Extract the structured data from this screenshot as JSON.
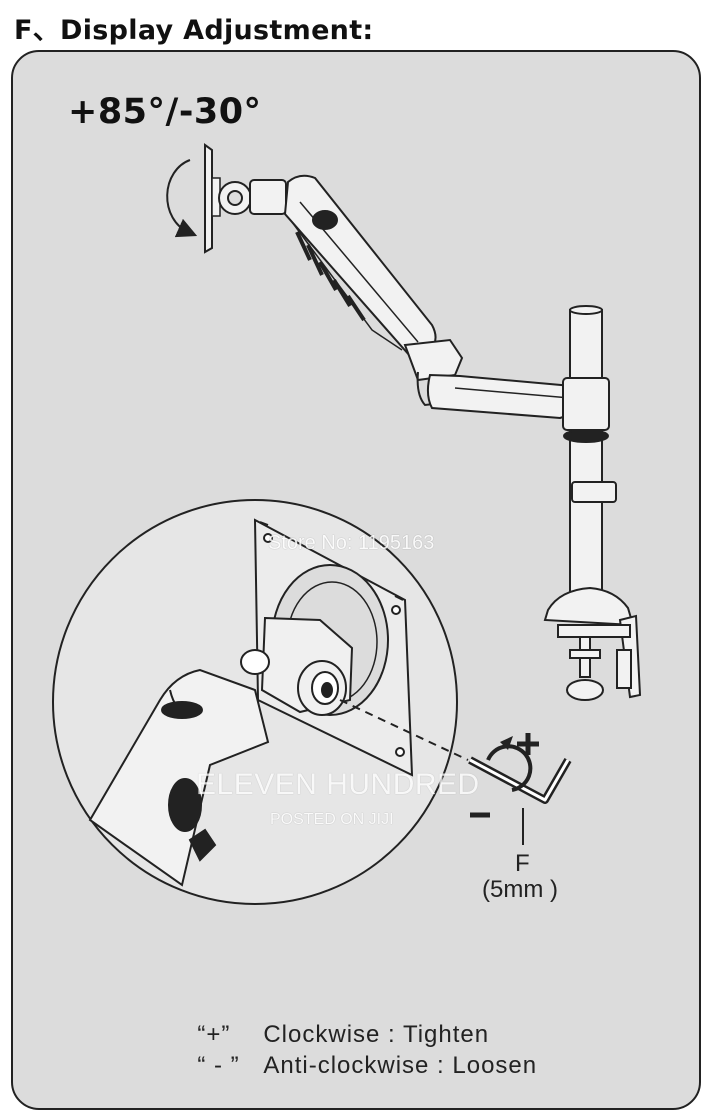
{
  "section_title": "F、Display Adjustment:",
  "angle_range": "+85°/-30°",
  "watermarks": {
    "store": "Store No: 1195163",
    "brand": "ELEVEN HUNDRED",
    "posted": "POSTED ON JIJI"
  },
  "tool": {
    "letter": "F",
    "size": "(5mm )"
  },
  "legend": [
    {
      "symbol": "“+”",
      "text": "Clockwise : Tighten"
    },
    {
      "symbol": "“ - ”",
      "text": "Anti-clockwise : Loosen"
    }
  ],
  "colors": {
    "panel_bg": "#dcdcdc",
    "line": "#222222",
    "metal": "#f2f2f2"
  }
}
